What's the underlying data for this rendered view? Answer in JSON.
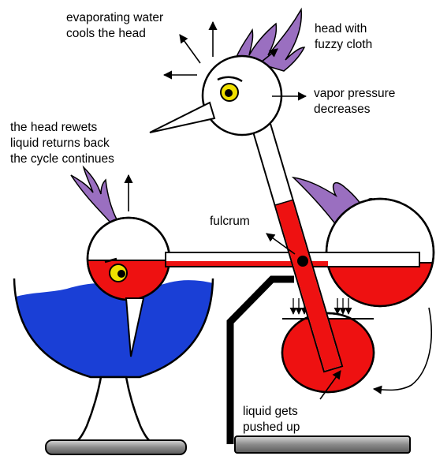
{
  "labels": {
    "evaporating_line1": "evaporating water",
    "evaporating_line2": "cools the head",
    "head_cloth_line1": "head with",
    "head_cloth_line2": "fuzzy cloth",
    "vapor_line1": "vapor pressure",
    "vapor_line2": "decreases",
    "rewet_line1": "the head rewets",
    "rewet_line2": "liquid returns back",
    "rewet_line3": "the cycle continues",
    "fulcrum": "fulcrum",
    "liquid_line1": "liquid gets",
    "liquid_line2": "pushed up"
  },
  "colors": {
    "liquid": "#ee1111",
    "water": "#1a3fd6",
    "feather": "#9a6fc0",
    "eye": "#f0e000",
    "outline": "#000000",
    "base": "#9c9c9c"
  },
  "icons": [
    "drinking-bird-icon",
    "water-glass-icon",
    "arrow-icon",
    "fulcrum-pivot-icon"
  ]
}
